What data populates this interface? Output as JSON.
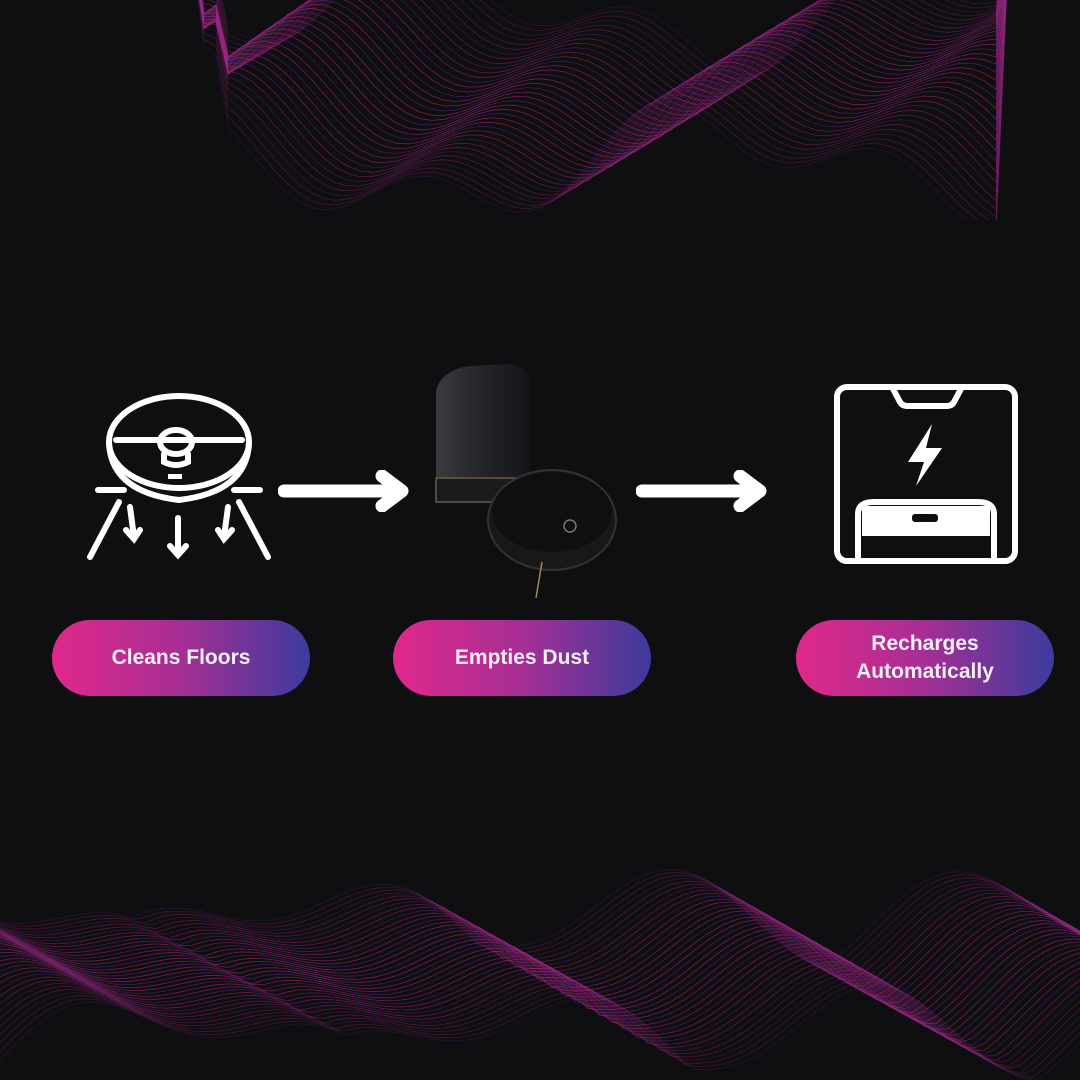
{
  "steps": [
    {
      "label": "Cleans Floors",
      "icon": "robot-vacuum-cleaning-icon"
    },
    {
      "label": "Empties Dust",
      "icon": "robot-vacuum-dock-image"
    },
    {
      "label": "Recharges Automatically",
      "icon": "charging-dock-icon"
    }
  ],
  "colors": {
    "background": "#0f0e11",
    "gradient_start": "#e1288b",
    "gradient_end": "#3b3b9c",
    "wave": "#c0287a"
  }
}
